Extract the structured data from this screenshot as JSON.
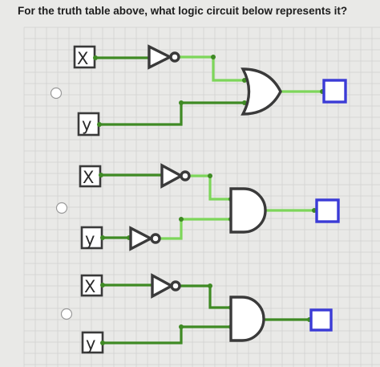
{
  "question": "For the truth table above, what logic circuit below represents it?",
  "colors": {
    "wire_on": "#7dd65a",
    "wire_off": "#3f8a24",
    "output_box": "#3b3bd6",
    "gate_stroke": "#3a3a3a"
  },
  "options": [
    {
      "id": "a",
      "gate": "or",
      "inputs": [
        {
          "label": "X",
          "negated": true
        },
        {
          "label": "y",
          "negated": false
        }
      ]
    },
    {
      "id": "b",
      "gate": "and",
      "inputs": [
        {
          "label": "X",
          "negated": true
        },
        {
          "label": "y",
          "negated": true
        }
      ]
    },
    {
      "id": "c",
      "gate": "and",
      "inputs": [
        {
          "label": "X",
          "negated": true
        },
        {
          "label": "y",
          "negated": false
        }
      ]
    }
  ]
}
